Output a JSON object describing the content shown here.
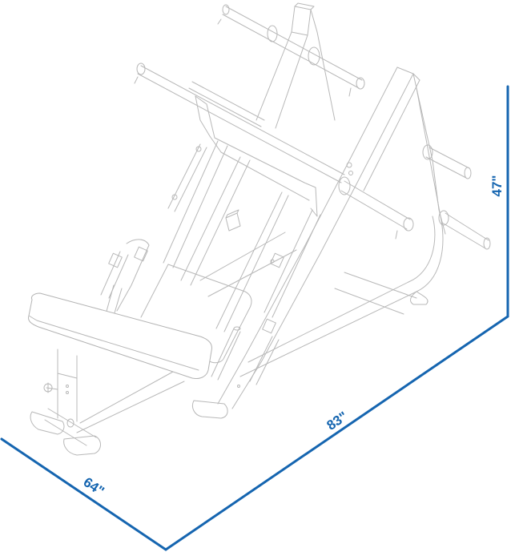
{
  "figure": {
    "subject": "Leg press / hack squat machine line drawing",
    "line_art_color": "#b8b8b8",
    "dimension_color": "#1565b0"
  },
  "dimensions": {
    "height": {
      "label": "47\"",
      "value": 47,
      "unit": "in"
    },
    "length": {
      "label": "83\"",
      "value": 83,
      "unit": "in"
    },
    "width": {
      "label": "64\"",
      "value": 64,
      "unit": "in"
    }
  }
}
